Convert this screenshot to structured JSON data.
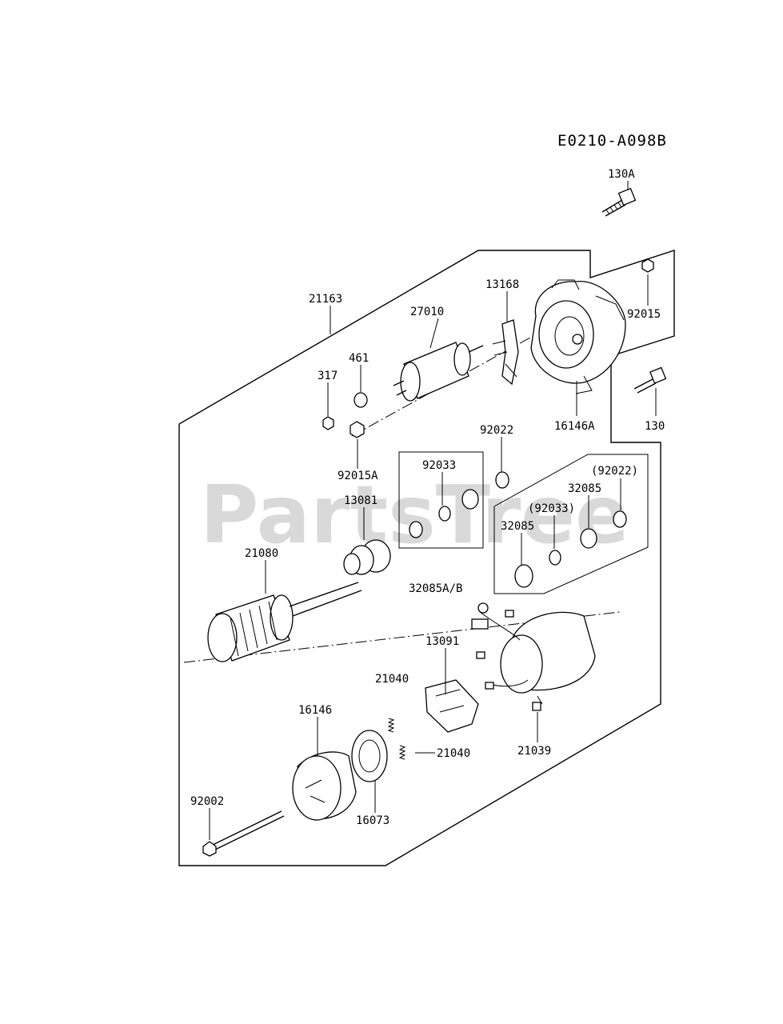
{
  "diagram_code": "E0210-A098B",
  "watermark": "PartsTree",
  "part_labels": {
    "p130A": "130A",
    "p92015": "92015",
    "p13168": "13168",
    "p21163": "21163",
    "p27010": "27010",
    "p461": "461",
    "p317": "317",
    "p16146A": "16146A",
    "p130": "130",
    "p92022": "92022",
    "p92015A": "92015A",
    "p92033": "92033",
    "p92022b": "(92022)",
    "p32085a": "32085",
    "p92033b": "(92033)",
    "p32085b": "32085",
    "p13081": "13081",
    "p21080": "21080",
    "p32085AB": "32085A/B",
    "p13091": "13091",
    "p21040a": "21040",
    "p16146": "16146",
    "p21040b": "21040",
    "p21039": "21039",
    "p92002": "92002",
    "p16073": "16073"
  }
}
